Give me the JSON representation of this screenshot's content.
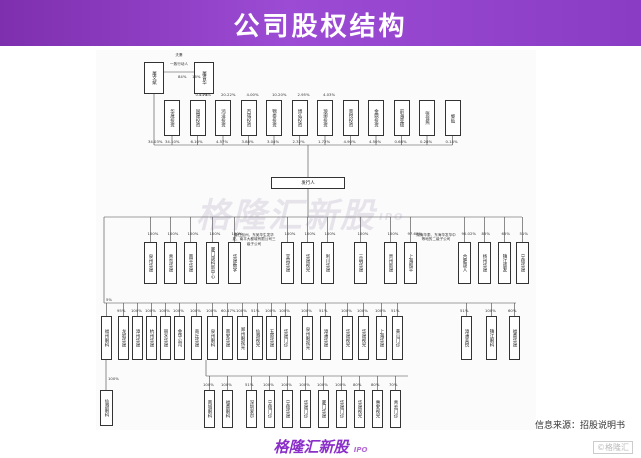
{
  "title": "公司股权结构",
  "source_note": "信息来源：招股说明书",
  "footer_brand": "格隆汇新股",
  "footer_sub": "IPO",
  "watermark": "格隆汇新股",
  "watermark_sub": "IPO",
  "corner_badge": "©格隆汇",
  "top": {
    "agreement_note": "一致行动人",
    "agreement_top": "夫妻",
    "left_person": "屠文斌",
    "right_person": "屠晋华",
    "left_to_right_pct": "84%",
    "right_pct": "16%",
    "direct_pct": "0.73%",
    "shareholders": [
      {
        "name": "华晟投资",
        "pct": "34.10%",
        "up": ""
      },
      {
        "name": "国晟投资",
        "pct": "6.10%",
        "up": "0.73%"
      },
      {
        "name": "鸿泽投资",
        "pct": "4.57%",
        "up": "20.22%"
      },
      {
        "name": "百瑞投资",
        "pct": "3.88%",
        "up": "4.00%"
      },
      {
        "name": "锦泰投资",
        "pct": "3.04%",
        "up": "10.20%"
      },
      {
        "name": "博弘投资",
        "pct": "2.32%",
        "up": "2.95%"
      },
      {
        "name": "琅琊投资",
        "pct": "1.72%",
        "up": "4.03%"
      },
      {
        "name": "景悦投资",
        "pct": "4.90%",
        "up": ""
      },
      {
        "name": "金鼎投资",
        "pct": "4.50%",
        "up": ""
      },
      {
        "name": "前海亚德",
        "pct": "0.68%",
        "up": ""
      },
      {
        "name": "张佳燕",
        "pct": "0.28%",
        "up": ""
      },
      {
        "name": "黎灿",
        "pct": "0.14%",
        "up": ""
      }
    ],
    "left_person_pct": "34.03%"
  },
  "issuer": "发行人",
  "notes": {
    "left": "曾任加州、东吴华生发华夏、南平大都城有限公司三级子公司",
    "right": "湖南华泰、东海华发华中等地的二级子公司"
  },
  "level1": [
    {
      "name": "泉州华晟",
      "pct": "100%"
    },
    {
      "name": "青岛华晟",
      "pct": "100%"
    },
    {
      "name": "南平华晟",
      "pct": "100%"
    },
    {
      "name": "厦门晟科新中心",
      "pct": "100%"
    },
    {
      "name": "华晟数字",
      "pct": "100%"
    },
    {
      "name": "宜昌华晟",
      "pct": "100%"
    },
    {
      "name": "华晟视光",
      "pct": "100%"
    },
    {
      "name": "利川华晟",
      "pct": "100%"
    },
    {
      "name": "三明华晟",
      "pct": "100%"
    },
    {
      "name": "贵州新晟",
      "pct": "100%"
    },
    {
      "name": "上海和平",
      "pct": "97.68%"
    },
    {
      "name": "合肥晟人",
      "pct": "90.02%"
    },
    {
      "name": "扬州华晟",
      "pct": "85%"
    },
    {
      "name": "镇江盛友",
      "pct": "65%"
    },
    {
      "name": "宁德华晟",
      "pct": "51%"
    },
    {
      "name": "宁德华晟",
      "pct": "51%"
    }
  ],
  "level2": [
    {
      "name": "福州眼科",
      "pct": "5%"
    },
    {
      "name": "龙岩华晟",
      "pct": "95%"
    },
    {
      "name": "漳州华晟",
      "pct": "100%"
    },
    {
      "name": "杭州华晟",
      "pct": "100%"
    },
    {
      "name": "丽水华晟",
      "pct": "100%"
    },
    {
      "name": "金华公司",
      "pct": "100%"
    },
    {
      "name": "商丘华晟",
      "pct": "100%"
    },
    {
      "name": "泉州眼科",
      "pct": "100%"
    },
    {
      "name": "南安华晟",
      "pct": "60.47%"
    },
    {
      "name": "郑州眼视光",
      "pct": "100%"
    },
    {
      "name": "仙游视光",
      "pct": "51%"
    },
    {
      "name": "五原华晟",
      "pct": "100%"
    },
    {
      "name": "华晟门诊",
      "pct": "100%"
    },
    {
      "name": "泉州眼视光",
      "pct": "100%"
    },
    {
      "name": "漳浦华晟",
      "pct": "51%"
    },
    {
      "name": "华晟视光",
      "pct": "100%"
    },
    {
      "name": "华晟视光",
      "pct": "100%"
    },
    {
      "name": "上海华晟",
      "pct": "100%"
    },
    {
      "name": "黄山门诊",
      "pct": "51%"
    },
    {
      "name": "漳浦美悦",
      "pct": "51%"
    },
    {
      "name": "镇江眼科",
      "pct": "100%"
    },
    {
      "name": "福鼎华晟",
      "pct": "60%"
    }
  ],
  "level3": [
    {
      "name": "南城眼科",
      "pct": "100%"
    },
    {
      "name": "福鼎眼科",
      "pct": "100%"
    },
    {
      "name": "深圳爱尔",
      "pct": "51%"
    },
    {
      "name": "宁德门诊",
      "pct": "100%"
    },
    {
      "name": "宁德华晟",
      "pct": "100%"
    },
    {
      "name": "华晟门诊",
      "pct": "100%"
    },
    {
      "name": "厦门华晟",
      "pct": "100%"
    },
    {
      "name": "华晟门诊",
      "pct": "100%"
    },
    {
      "name": "华晟视光",
      "pct": "80%"
    },
    {
      "name": "惠安视光",
      "pct": "80%"
    },
    {
      "name": "青云门诊",
      "pct": "70%"
    }
  ],
  "mid_level": [
    {
      "name": "仙游眼科",
      "pct": "100%"
    }
  ]
}
